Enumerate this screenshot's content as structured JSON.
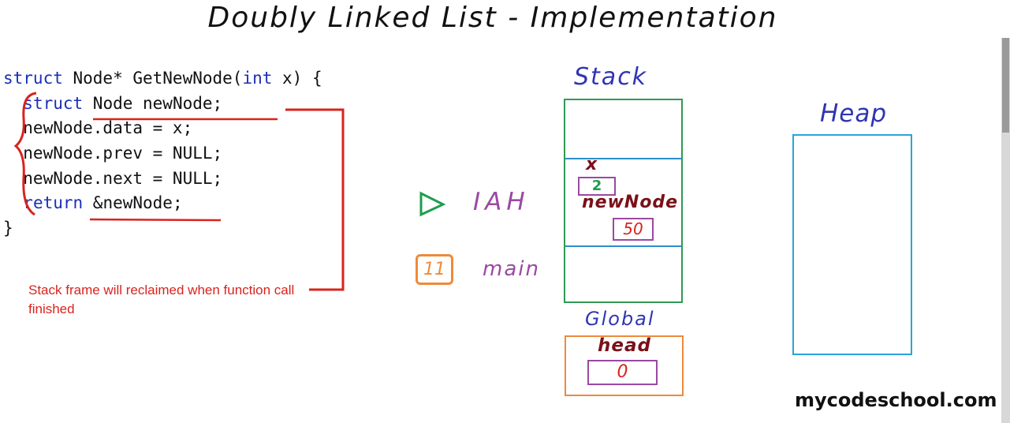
{
  "title": "Doubly Linked List - Implementation",
  "code": {
    "lines": [
      [
        {
          "t": "struct",
          "kw": true
        },
        {
          "t": " Node* GetNewNode(",
          "kw": false
        },
        {
          "t": "int",
          "kw": true
        },
        {
          "t": " x) {",
          "kw": false
        }
      ],
      [
        {
          "t": "  ",
          "kw": false
        },
        {
          "t": "struct",
          "kw": true
        },
        {
          "t": " Node newNode;",
          "kw": false
        }
      ],
      [
        {
          "t": "  newNode.data = x;",
          "kw": false
        }
      ],
      [
        {
          "t": "  newNode.prev = NULL;",
          "kw": false
        }
      ],
      [
        {
          "t": "  newNode.next = NULL;",
          "kw": false
        }
      ],
      [
        {
          "t": "  ",
          "kw": false
        },
        {
          "t": "return",
          "kw": true
        },
        {
          "t": " &newNode;",
          "kw": false
        }
      ],
      [
        {
          "t": "}",
          "kw": false
        }
      ]
    ]
  },
  "annotation_note": "Stack frame will reclaimed when function call finished",
  "memory": {
    "stack_label": "Stack",
    "heap_label": "Heap",
    "global_label": "Global",
    "frames": {
      "iah": "IAH",
      "main": "main",
      "main_marker": "11"
    },
    "vars": {
      "x_name": "x",
      "x_value": "2",
      "newnode_name": "newNode",
      "newnode_value": "50",
      "head_name": "head",
      "head_value": "0"
    }
  },
  "brand": "mycodeschool.com",
  "colors": {
    "keyword": "#1a2fb5",
    "note_red": "#d9231d",
    "stack_outline": "#2f9a54",
    "frame_divider": "#2b8fcb",
    "heap_outline": "#2aa3d8",
    "global_outline": "#ee8a3a",
    "label_blue": "#2f35b3",
    "frame_purple": "#9a49a3",
    "var_maroon": "#7a1018"
  }
}
